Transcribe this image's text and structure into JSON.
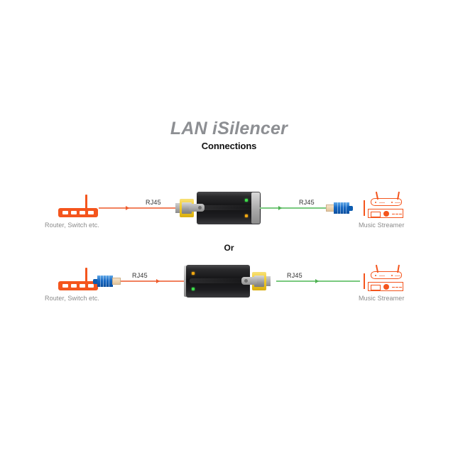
{
  "page": {
    "background": "#ffffff",
    "title": "LAN iSilencer",
    "subtitle": "Connections",
    "or_label": "Or"
  },
  "colors": {
    "title_gray": "#8d8f93",
    "subtitle_black": "#111111",
    "orange": "#f4551d",
    "orange_cable": "#f1815e",
    "green_cable": "#79c97f",
    "blue_plug": "#1668c4",
    "yellow_plug": "#f3cf2e",
    "device_black": "#121214",
    "led_green": "#3ddc4a",
    "led_amber": "#f0a712",
    "caption_gray": "#8a8a8a"
  },
  "diagrams": [
    {
      "id": "connection-option-1",
      "source": {
        "icon": "router-icon",
        "caption": "Router, Switch etc."
      },
      "left_cable": {
        "label": "RJ45",
        "color": "#f1815e",
        "arrow": "right"
      },
      "device": {
        "name": "LAN iSilencer",
        "plug_position": "left",
        "plug_color": "yellow",
        "leds": [
          "green",
          "amber"
        ],
        "led_position": "right"
      },
      "right_cable": {
        "label": "RJ45",
        "color": "#79c97f",
        "arrow": "right",
        "plug": "blue-rj45-plug",
        "plug_orientation": "boot-right"
      },
      "destination": {
        "icon": "music-streamer-icon",
        "caption": "Music Streamer"
      }
    },
    {
      "id": "connection-option-2",
      "source": {
        "icon": "router-icon",
        "caption": "Router, Switch etc."
      },
      "left_cable": {
        "label": "RJ45",
        "color": "#f1815e",
        "arrow": "right",
        "plug": "blue-rj45-plug",
        "plug_orientation": "boot-left"
      },
      "device": {
        "name": "LAN iSilencer",
        "plug_position": "right",
        "plug_color": "yellow",
        "leds": [
          "amber",
          "green"
        ],
        "led_position": "left"
      },
      "right_cable": {
        "label": "RJ45",
        "color": "#79c97f",
        "arrow": "right"
      },
      "destination": {
        "icon": "music-streamer-icon",
        "caption": "Music Streamer"
      }
    }
  ]
}
